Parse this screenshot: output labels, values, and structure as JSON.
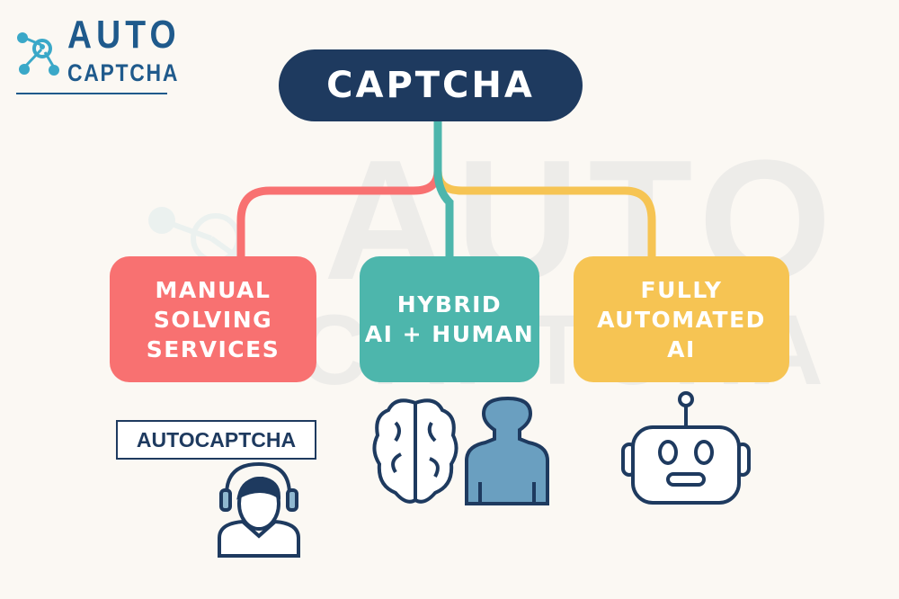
{
  "logo": {
    "line1": "AUTO",
    "line2": "CAPTCHA"
  },
  "watermark": {
    "line1": "AUTO",
    "line2": "CAPTCHA"
  },
  "root": {
    "label": "CAPTCHA"
  },
  "branches": [
    {
      "label": "MANUAL\nSOLVING\nSERVICES",
      "color": "#f87171",
      "icon": "headset-operator-icon"
    },
    {
      "label": "HYBRID\nAI + HUMAN",
      "color": "#4db6ac",
      "icon": "brain-and-person-icon"
    },
    {
      "label": "FULLY\nAUTOMATED\nAI",
      "color": "#f6c453",
      "icon": "robot-icon"
    }
  ],
  "manual_tag": "AUTOCAPTCHA",
  "colors": {
    "navy": "#1e3a5f",
    "background": "#fbf8f3",
    "brand_blue": "#1f5a8c",
    "icon_cyan": "#3aa8c8"
  }
}
